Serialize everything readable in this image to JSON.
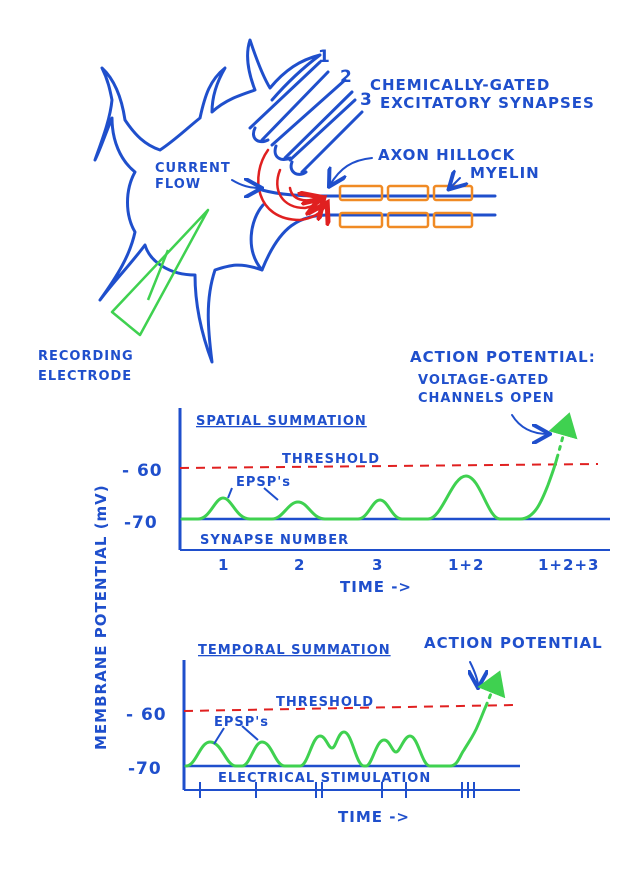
{
  "labels": {
    "syn_1": "1",
    "syn_2": "2",
    "syn_3": "3",
    "chem_line1": "CHEMICALLY-GATED",
    "chem_line2": "EXCITATORY SYNAPSES",
    "axon_hillock": "AXON HILLOCK",
    "myelin": "MYELIN",
    "current_flow_1": "CURRENT",
    "current_flow_2": "FLOW",
    "recording_1": "RECORDING",
    "recording_2": "ELECTRODE",
    "ap_top_1": "ACTION POTENTIAL:",
    "ap_top_2": "VOLTAGE-GATED",
    "ap_top_3": "CHANNELS OPEN",
    "y_axis": "MEMBRANE POTENTIAL (mV)"
  },
  "spatial": {
    "title": "SPATIAL SUMMATION",
    "threshold": "THRESHOLD",
    "epsps": "EPSP's",
    "tick_60": "- 60",
    "tick_70": "-70",
    "xlabel_inner": "SYNAPSE NUMBER",
    "x_ticks": [
      "1",
      "2",
      "3",
      "1+2",
      "1+2+3"
    ],
    "time": "TIME ->"
  },
  "temporal": {
    "title": "TEMPORAL SUMMATION",
    "threshold": "THRESHOLD",
    "epsps": "EPSP's",
    "ap": "ACTION POTENTIAL",
    "tick_60": "- 60",
    "tick_70": "-70",
    "xlabel_inner": "ELECTRICAL STIMULATION",
    "time": "TIME ->"
  },
  "colors": {
    "blue": "#1f4fcc",
    "green": "#3fd150",
    "red": "#e02020",
    "orange": "#f08a24"
  }
}
